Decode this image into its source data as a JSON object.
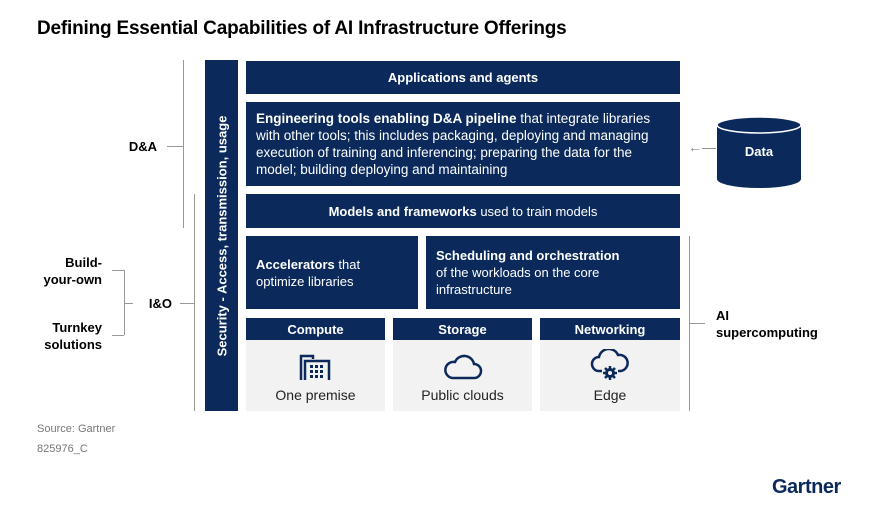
{
  "title": "Defining Essential Capabilities of AI Infrastructure Offerings",
  "security_bar": "Security - Access, transmission, usage",
  "layers": {
    "applications": "Applications and agents",
    "engineering_bold": "Engineering tools enabling D&A pipeline",
    "engineering_rest": " that integrate libraries with other tools; this includes packaging, deploying and managing execution of training and inferencing; preparing the data for the model; building deploying and maintaining",
    "models_bold": "Models and frameworks",
    "models_rest": " used to train models",
    "accelerators_bold": "Accelerators",
    "accelerators_rest": " that optimize libraries",
    "scheduling_bold": "Scheduling and orchestration",
    "scheduling_rest": "of the workloads on the core infrastructure"
  },
  "resources": [
    {
      "header": "Compute",
      "label": "One premise",
      "icon": "building-icon"
    },
    {
      "header": "Storage",
      "label": "Public clouds",
      "icon": "cloud-icon"
    },
    {
      "header": "Networking",
      "label": "Edge",
      "icon": "cloud-gear-icon"
    }
  ],
  "data_label": "Data",
  "left_labels": {
    "da": "D&A",
    "io": "I&O",
    "build": "Build-\nyour-own",
    "turnkey": "Turnkey\nsolutions"
  },
  "right_label": "AI\nsupercomputing",
  "source": "Source: Gartner",
  "doc_id": "825976_C",
  "logo": "Gartner",
  "colors": {
    "navy": "#0b2a5b",
    "light": "#f2f2f2"
  }
}
